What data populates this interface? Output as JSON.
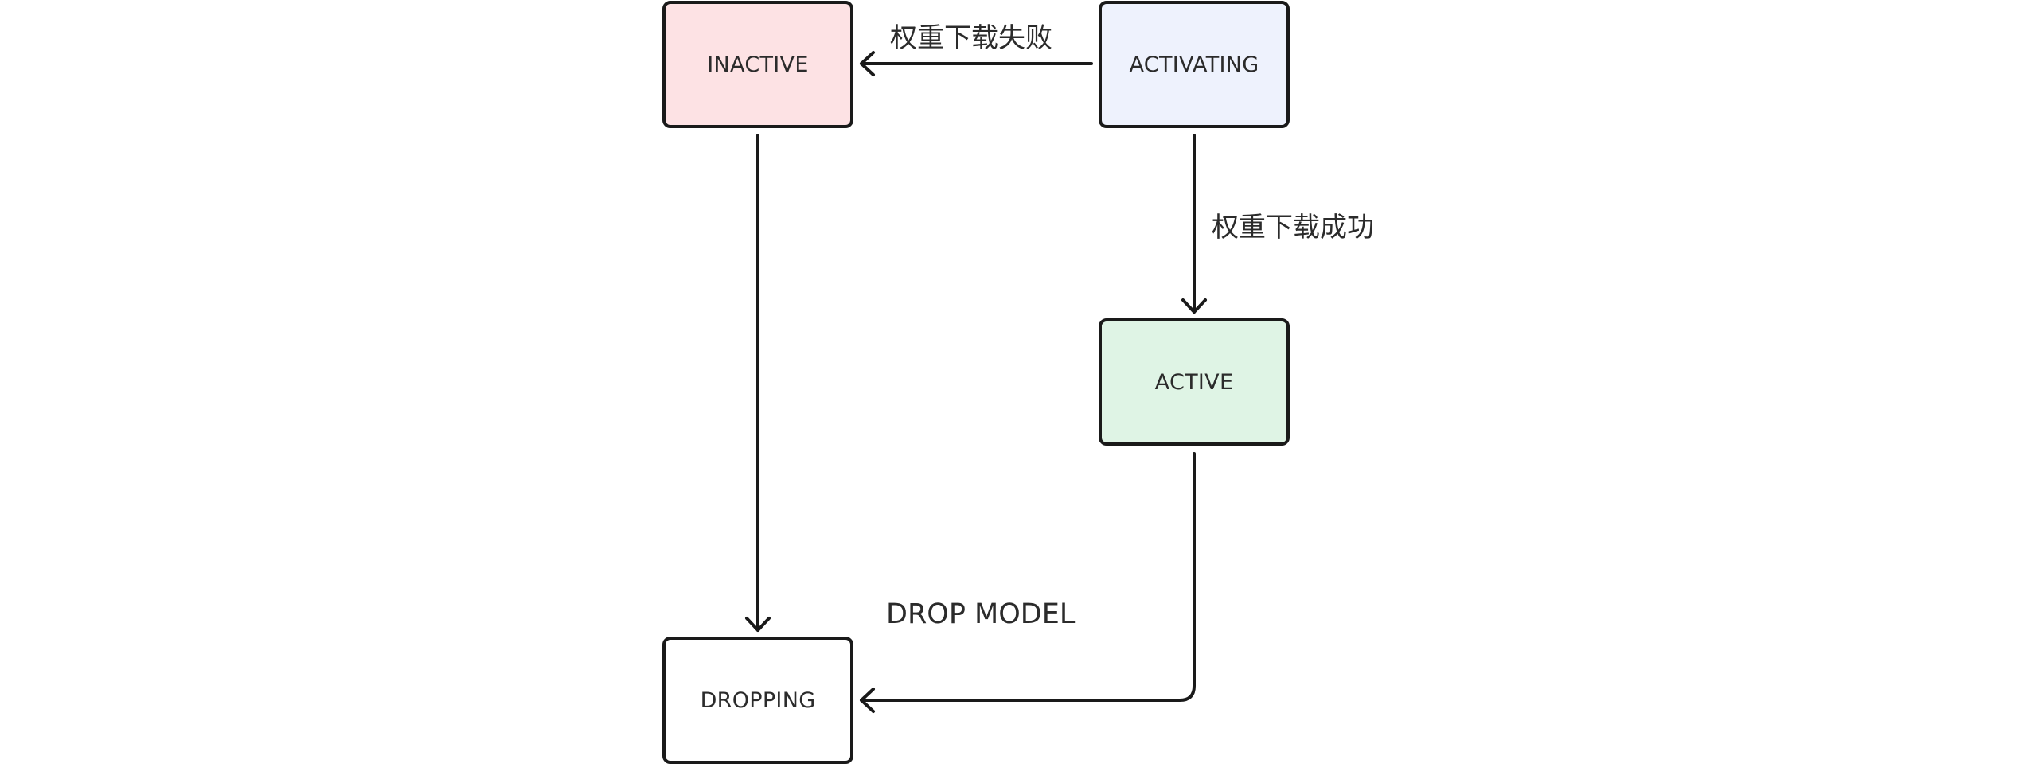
{
  "diagram": {
    "nodes": {
      "inactive": {
        "label": "INACTIVE",
        "fill": "#fde2e4"
      },
      "activating": {
        "label": "ACTIVATING",
        "fill": "#eef2fd"
      },
      "active": {
        "label": "ACTIVE",
        "fill": "#dff4e5"
      },
      "dropping": {
        "label": "DROPPING",
        "fill": "#ffffff"
      }
    },
    "edges": [
      {
        "from": "activating",
        "to": "inactive",
        "label": "权重下载失败"
      },
      {
        "from": "activating",
        "to": "active",
        "label": "权重下载成功"
      },
      {
        "from": "inactive",
        "to": "dropping",
        "label": ""
      },
      {
        "from": "active",
        "to": "dropping",
        "label": ""
      }
    ],
    "annotation": "DROP MODEL",
    "stroke_color": "#1a1a1a"
  }
}
